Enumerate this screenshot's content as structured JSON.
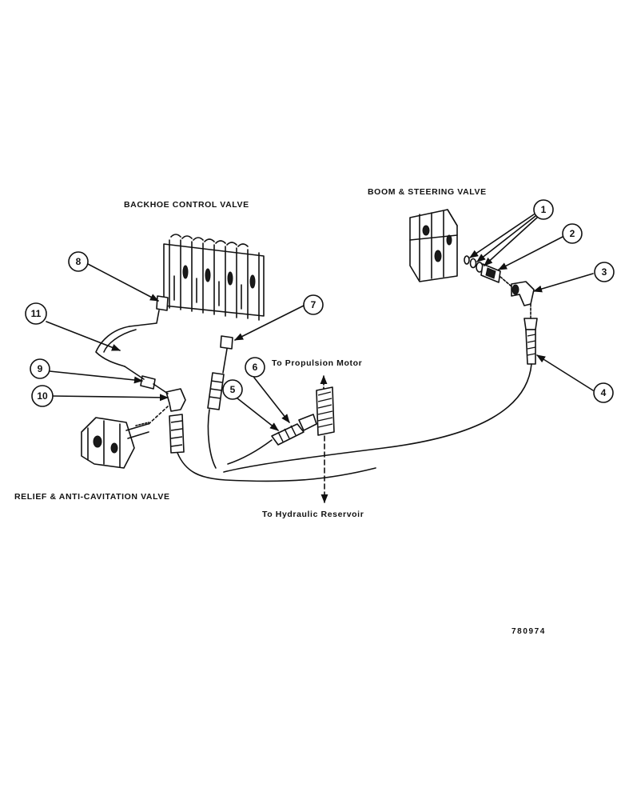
{
  "labels": {
    "backhoe_control_valve": "BACKHOE CONTROL VALVE",
    "boom_steering_valve": "BOOM & STEERING VALVE",
    "relief_valve": "RELIEF & ANTI-CAVITATION VALVE",
    "to_propulsion_motor": "To Propulsion Motor",
    "to_hydraulic_reservoir": "To Hydraulic Reservoir"
  },
  "callouts": [
    "1",
    "2",
    "3",
    "4",
    "5",
    "6",
    "7",
    "8",
    "9",
    "10",
    "11"
  ],
  "figure_number": "780974"
}
